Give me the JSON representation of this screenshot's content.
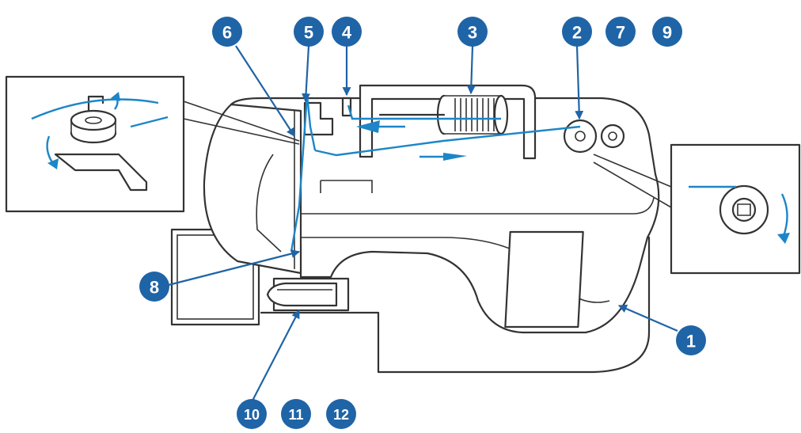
{
  "colors": {
    "badge": "#1f64a6",
    "thread": "#1c86c8",
    "outline": "#333333"
  },
  "labels": [
    {
      "id": "c1",
      "text": "1"
    },
    {
      "id": "c2",
      "text": "2"
    },
    {
      "id": "c3",
      "text": "3"
    },
    {
      "id": "c4",
      "text": "4"
    },
    {
      "id": "c5",
      "text": "5"
    },
    {
      "id": "c6",
      "text": "6"
    },
    {
      "id": "c7",
      "text": "7"
    },
    {
      "id": "c8",
      "text": "8"
    },
    {
      "id": "c9",
      "text": "9"
    },
    {
      "id": "c10",
      "text": "10"
    },
    {
      "id": "c11",
      "text": "11"
    },
    {
      "id": "c12",
      "text": "12"
    }
  ]
}
